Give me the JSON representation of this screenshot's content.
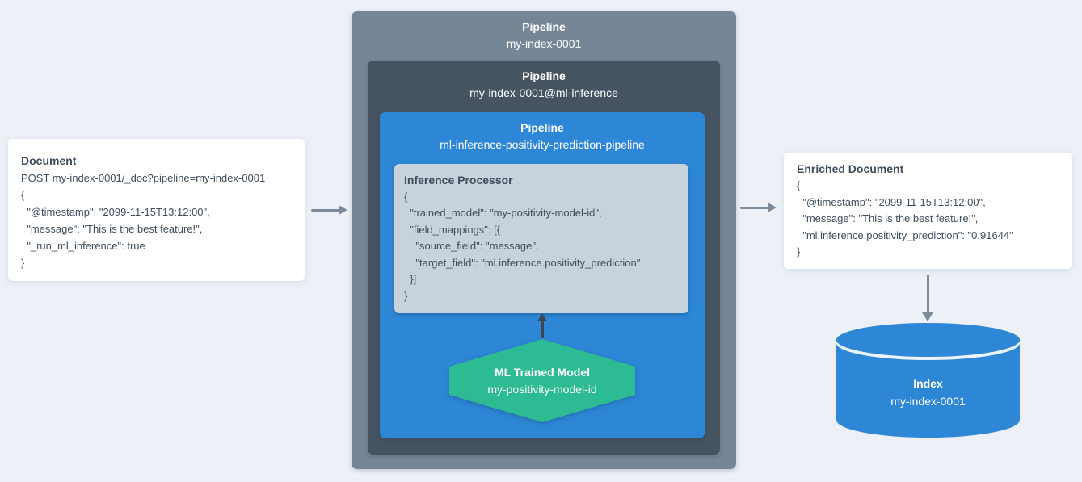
{
  "palette": {
    "background": "#edf1f7",
    "pipeline_outer_bg": "#768696",
    "pipeline_middle_bg": "#465461",
    "pipeline_inner_bg": "#2d86d6",
    "processor_bg": "#c8d2db",
    "model_green": "#2dbb93",
    "document_bg": "#ffffff",
    "index_blue": "#2d86d6",
    "text_dark": "#3e4d5d",
    "text_light": "#ffffff",
    "arrow_gray": "#7b8b9b",
    "arrow_dark": "#3d464e"
  },
  "nodes": {
    "document": {
      "title": "Document",
      "code": "POST my-index-0001/_doc?pipeline=my-index-0001\n{\n  \"@timestamp\": \"2099-11-15T13:12:00\",\n  \"message\": \"This is the best feature!\",\n  \"_run_ml_inference\": true\n}"
    },
    "pipeline_outer": {
      "label": "Pipeline",
      "name": "my-index-0001"
    },
    "pipeline_middle": {
      "label": "Pipeline",
      "name": "my-index-0001@ml-inference"
    },
    "pipeline_inner": {
      "label": "Pipeline",
      "name": "ml-inference-positivity-prediction-pipeline"
    },
    "inference_processor": {
      "title": "Inference Processor",
      "code": "{\n  \"trained_model\": \"my-positivity-model-id\",\n  \"field_mappings\": [{\n    \"source_field\": \"message\",\n    \"target_field\": \"ml.inference.positivity_prediction\"\n  }]\n}"
    },
    "ml_model": {
      "title": "ML Trained Model",
      "name": "my-positivity-model-id"
    },
    "enriched_document": {
      "title": "Enriched Document",
      "code": "{\n  \"@timestamp\": \"2099-11-15T13:12:00\",\n  \"message\": \"This is the best feature!\",\n  \"ml.inference.positivity_prediction\": \"0.91644\"\n}"
    },
    "index": {
      "title": "Index",
      "name": "my-index-0001"
    }
  }
}
